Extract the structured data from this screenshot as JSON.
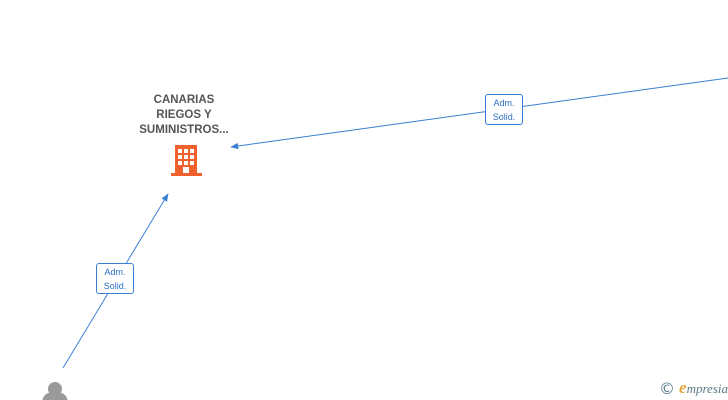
{
  "company": {
    "name_lines": [
      "CANARIAS",
      "RIEGOS Y",
      "SUMINISTROS..."
    ],
    "icon": "building-icon",
    "icon_color": "#f0622d"
  },
  "edges": [
    {
      "label_line1": "Adm.",
      "label_line2": "Solid."
    },
    {
      "label_line1": "Adm.",
      "label_line2": "Solid."
    }
  ],
  "person": {
    "icon": "person-icon",
    "icon_color": "#9a9a9a"
  },
  "edge_color": "#3b7fd4",
  "brand": {
    "copyright_symbol": "©",
    "initial": "e",
    "name_rest": "mpresia"
  }
}
